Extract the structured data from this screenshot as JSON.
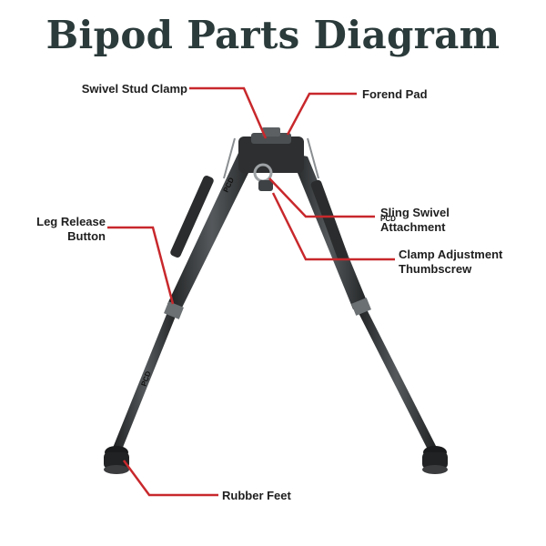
{
  "title": "Bipod Parts Diagram",
  "labels": {
    "swivel_stud_clamp": "Swivel Stud Clamp",
    "forend_pad": "Forend Pad",
    "sling_swivel_line1": "Sling Swivel",
    "sling_swivel_line2": "Attachment",
    "leg_release_line1": "Leg Release",
    "leg_release_line2": "Button",
    "clamp_adjust_line1": "Clamp Adjustment",
    "clamp_adjust_line2": "Thumbscrew",
    "rubber_feet": "Rubber Feet"
  },
  "watermark": "PCD",
  "colors": {
    "leader": "#c8282c",
    "metal": "#3a3d3f",
    "metal_dark": "#1c1d1e",
    "title": "#2b3a3a"
  }
}
